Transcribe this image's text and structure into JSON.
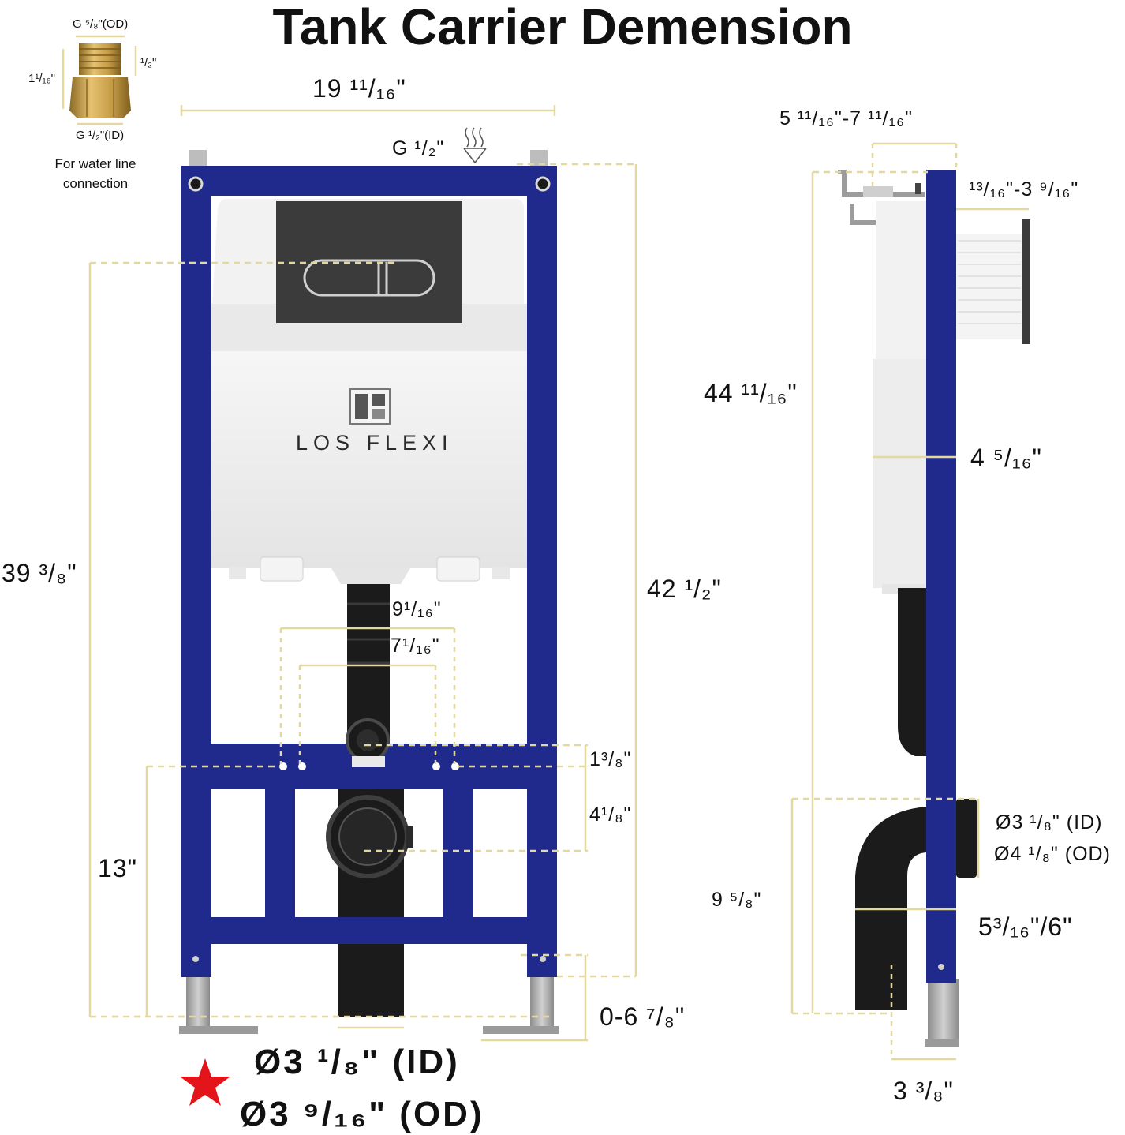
{
  "title": "Tank Carrier Demension",
  "brand": "LOS FLEXI",
  "colors": {
    "frame": "#1f2a8c",
    "dimension_line": "#e3d9a0",
    "pipe": "#1b1b1b",
    "tank": "#ededed",
    "star": "#e3151b",
    "brass": "#c9a14a"
  },
  "adapter": {
    "od_label": "G ⁵/₈\"(OD)",
    "side_label": "¹/₂\"",
    "height_label": "1¹/₁₆\"",
    "id_label": "G ¹/₂\"(ID)",
    "note": [
      "For water line",
      "connection"
    ]
  },
  "front_view": {
    "width_top": "19 ¹¹/₁₆\"",
    "inlet": "G ¹/₂\"",
    "height_total": "42 ¹/₂\"",
    "height_button": "39 ³/₈\"",
    "spacing_outer": "9¹/₁₆\"",
    "spacing_inner": "7¹/₁₆\"",
    "offset_small": "1³/₈\"",
    "offset_drain": "4¹/₈\"",
    "bracket_height": "13\"",
    "leg_adjust": "0-6 ⁷/₈\""
  },
  "side_view": {
    "depth_range": "5 ¹¹/₁₆\"-7 ¹¹/₁₆\"",
    "plate_range": "¹³/₁₆\"-3 ⁹/₁₆\"",
    "height": "44 ¹¹/₁₆\"",
    "tank_depth": "4 ⁵/₁₆\"",
    "outlet_id": "Ø3 ¹/₈\" (ID)",
    "outlet_od": "Ø4 ¹/₈\" (OD)",
    "outlet_height": "9 ⁵/₈\"",
    "outlet_depth": "5³/₁₆\"/6\"",
    "bottom_offset": "3 ³/₈\""
  },
  "pipe_spec": {
    "id": "Ø3 ¹/₈\" (ID)",
    "od": "Ø3 ⁹/₁₆\" (OD)"
  },
  "icons": [
    "star-icon",
    "water-inlet-icon",
    "flush-button-icon",
    "brand-logo-icon"
  ]
}
